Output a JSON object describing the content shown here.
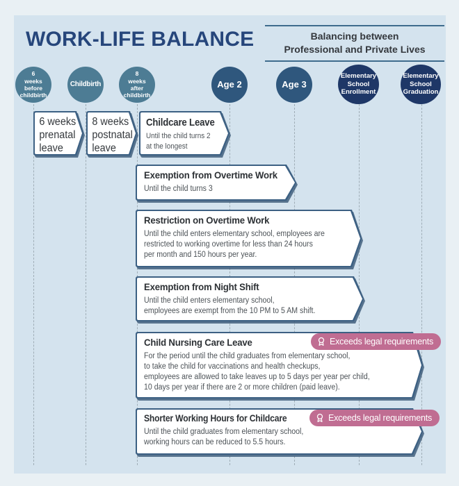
{
  "header": {
    "title": "WORK-LIFE BALANCE",
    "tagline": "Balancing between\nProfessional and Private Lives"
  },
  "milestones": [
    {
      "label": "6\nweeks\nbefore\nchildbirth"
    },
    {
      "label": "Childbirth"
    },
    {
      "label": "8\nweeks\nafter\nchildbirth"
    },
    {
      "label": "Age 2"
    },
    {
      "label": "Age 3"
    },
    {
      "label": "Elementary\nSchool\nEnrollment"
    },
    {
      "label": "Elementary\nSchool\nGraduation"
    }
  ],
  "policies": [
    {
      "text": "6 weeks\nprenatal\nleave"
    },
    {
      "text": "8 weeks\npostnatal\nleave"
    },
    {
      "title": "Childcare Leave",
      "desc": "Until the child turns 2\nat the longest"
    },
    {
      "title": "Exemption from Overtime Work",
      "desc": "Until the child turns 3"
    },
    {
      "title": "Restriction on Overtime Work",
      "desc": "Until the child enters elementary school, employees are\nrestricted to working overtime for less than 24 hours\nper month and 150 hours per year."
    },
    {
      "title": "Exemption from Night Shift",
      "desc": "Until the child enters elementary school,\nemployees are exempt from the 10 PM to 5 AM shift."
    },
    {
      "title": "Child Nursing Care Leave",
      "desc": "For the period until the child graduates from elementary school,\nto take the child for vaccinations and health checkups,\nemployees are allowed to take leaves up to 5 days per year per child,\n10 days per year if there are 2 or more children (paid leave).",
      "badge": "Exceeds legal requirements"
    },
    {
      "title": "Shorter Working Hours for Childcare",
      "desc": "Until the child graduates from elementary school,\nworking hours can be reduced to 5.5 hours.",
      "badge": "Exceeds legal requirements"
    }
  ],
  "colors": {
    "outer_background": "#e9f0f4",
    "panel_background": "#d4e3ee",
    "title_navy": "#26467b",
    "header_rule": "#3e6b8d",
    "milestone_teal": "#4d7c94",
    "milestone_steel_blue": "#2f577d",
    "milestone_navy": "#1e3767",
    "banner_border": "#3c6083",
    "banner_fill": "#ffffff",
    "badge_pink": "#c06d92"
  }
}
